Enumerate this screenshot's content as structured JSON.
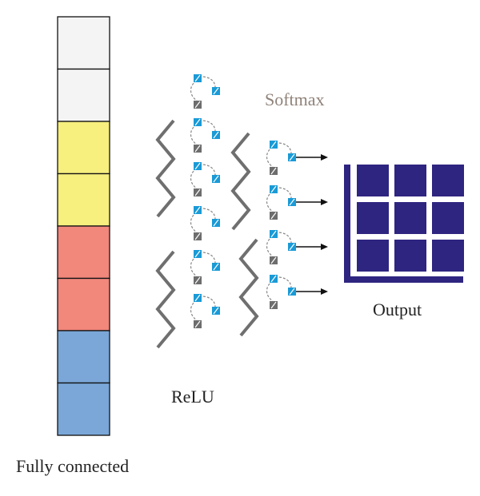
{
  "labels": {
    "fully_connected": "Fully connected",
    "relu": "ReLU",
    "softmax": "Softmax",
    "output": "Output"
  },
  "fc_column": {
    "cells": [
      {
        "color": "#f4f4f4"
      },
      {
        "color": "#f4f4f4"
      },
      {
        "color": "#f7ef7e"
      },
      {
        "color": "#f7ef7e"
      },
      {
        "color": "#f2877c"
      },
      {
        "color": "#f2877c"
      },
      {
        "color": "#7aa7d8"
      },
      {
        "color": "#7aa7d8"
      }
    ]
  },
  "relu_units": 6,
  "softmax_units": 4,
  "output_grid": {
    "rows": 3,
    "cols": 3,
    "color": "#2e2580"
  },
  "colors": {
    "node_blue": "#1a9ad6",
    "node_gray": "#6d6d6d",
    "zigzag": "#6f6f6f",
    "label_text": "#222222",
    "softmax_text": "#8f8279",
    "arrow": "#111111"
  }
}
